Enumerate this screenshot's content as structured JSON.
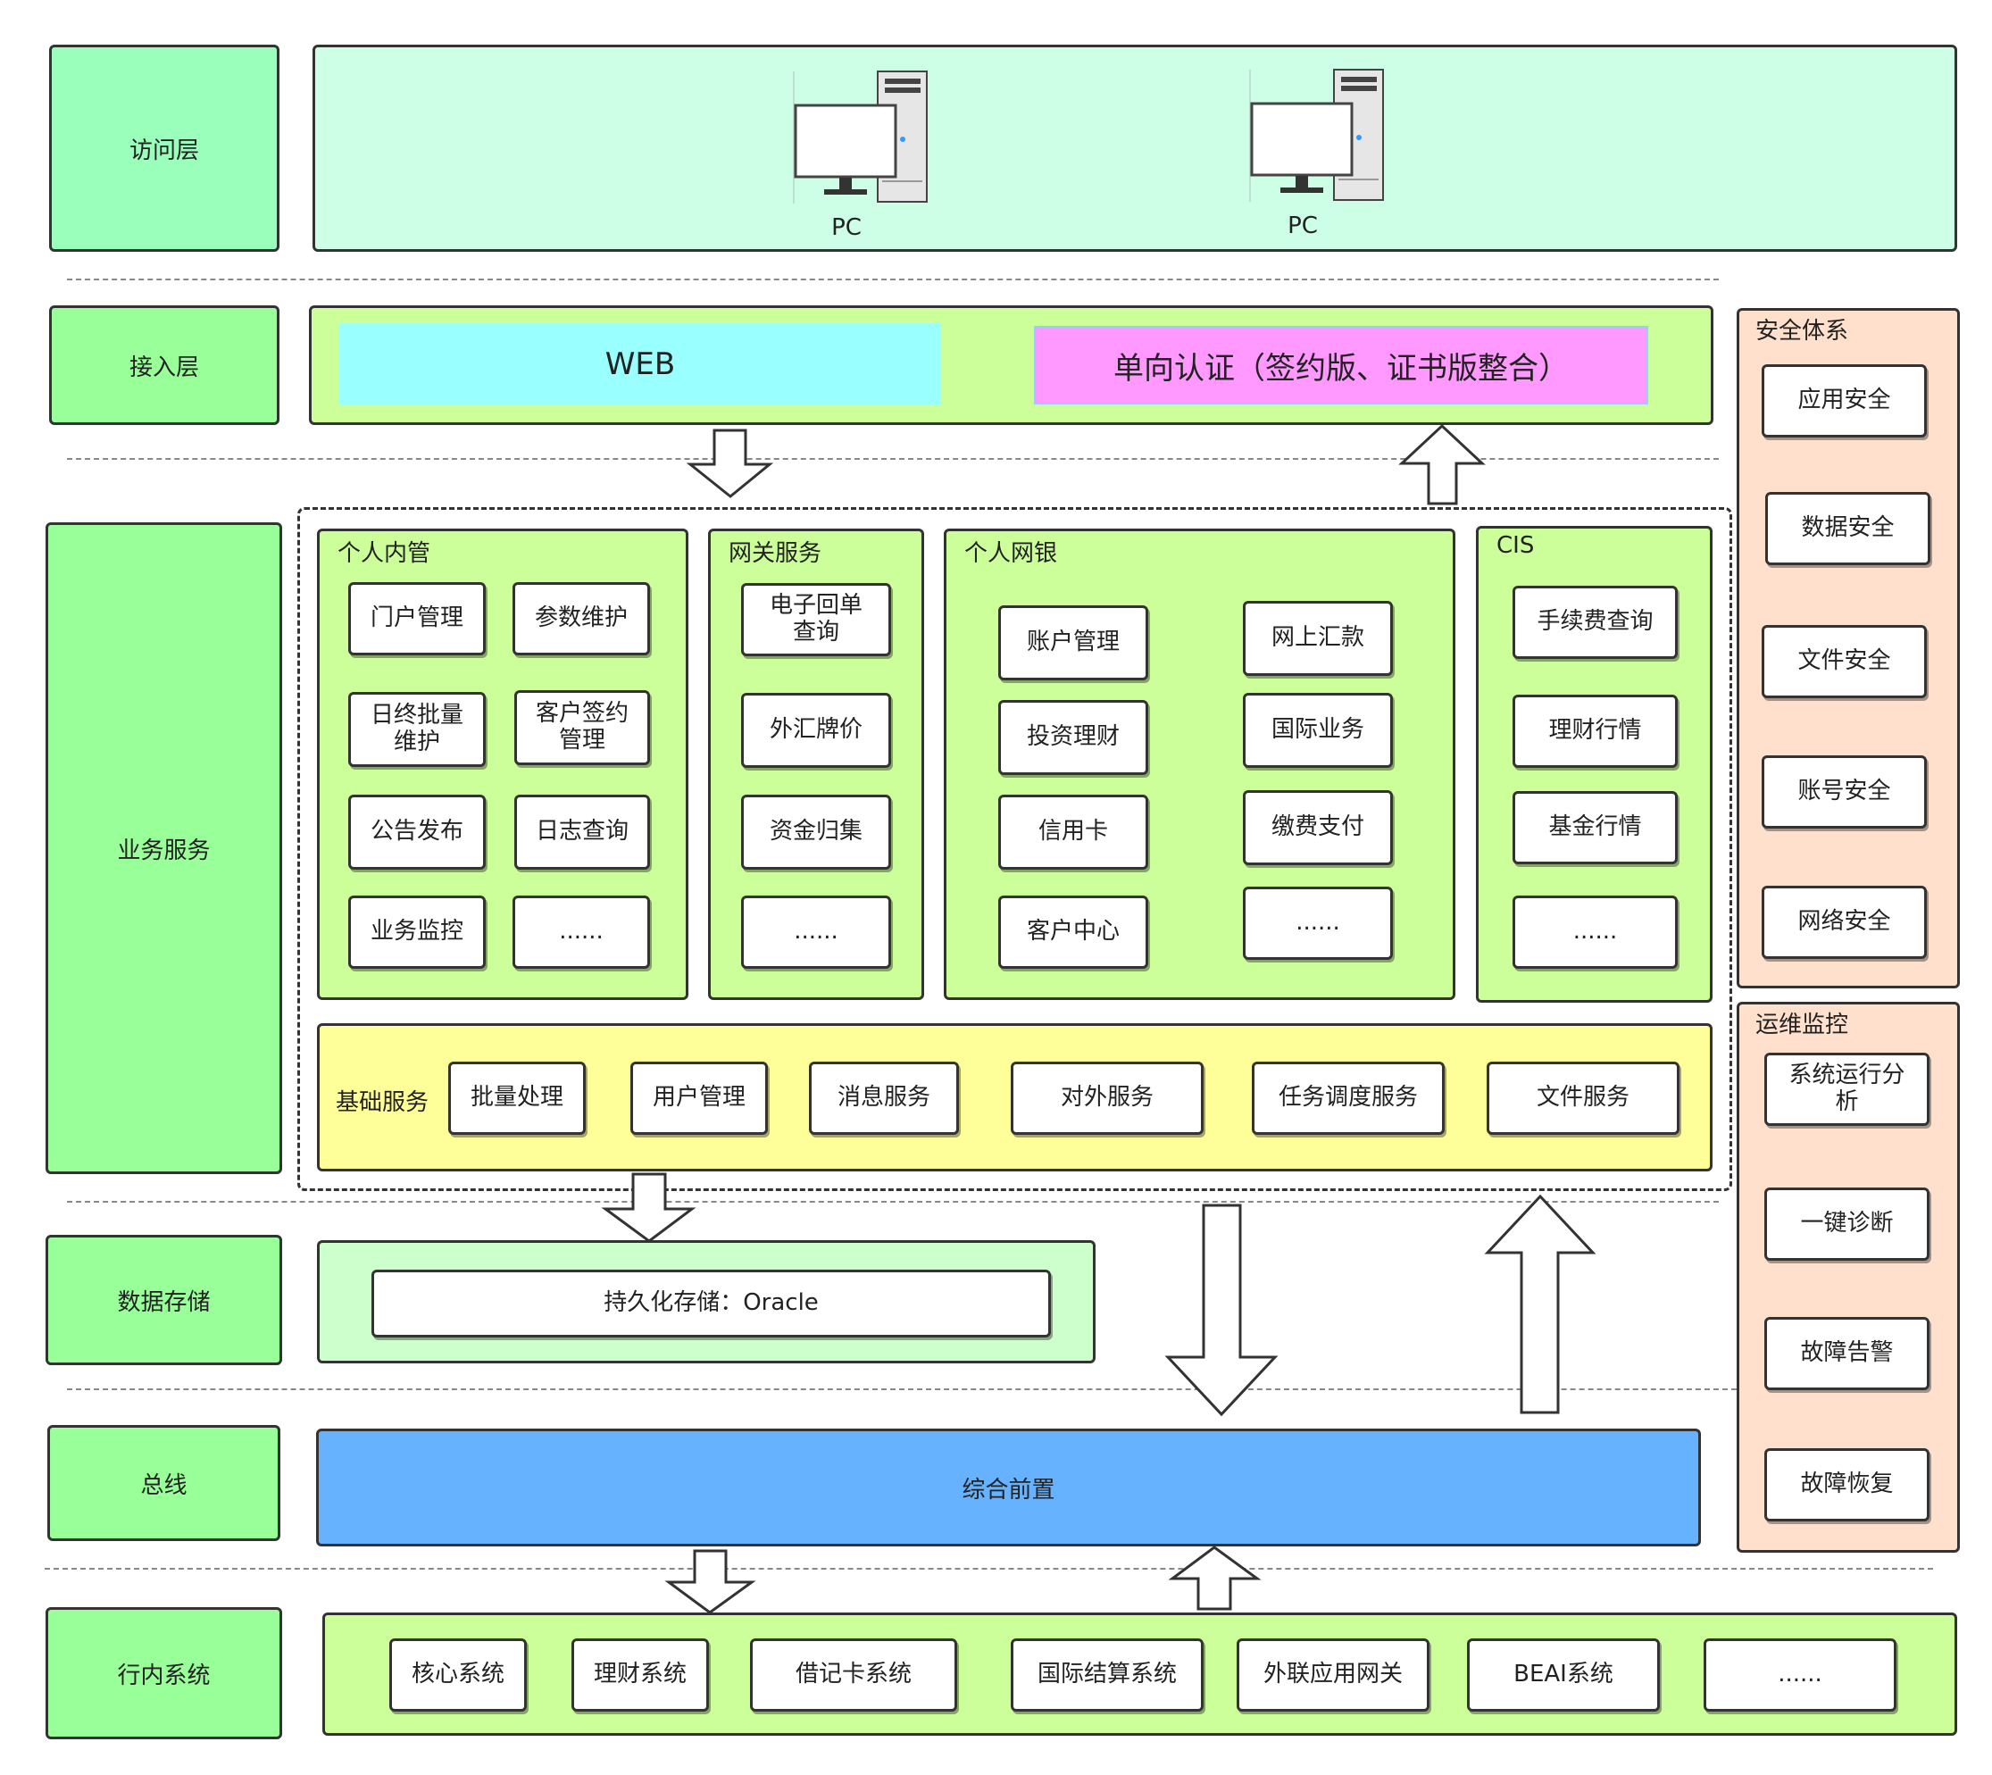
{
  "layers": {
    "access": "访问层",
    "ingress": "接入层",
    "business": "业务服务",
    "storage": "数据存储",
    "bus": "总线",
    "internal": "行内系统"
  },
  "access": {
    "pc1": "PC",
    "pc2": "PC"
  },
  "ingress": {
    "web": "WEB",
    "auth": "单向认证（签约版、证书版整合）"
  },
  "business": {
    "personal_admin": {
      "title": "个人内管",
      "items": [
        "门户管理",
        "参数维护",
        "日终批量维护",
        "客户签约管理",
        "公告发布",
        "日志查询",
        "业务监控",
        "......"
      ]
    },
    "gateway": {
      "title": "网关服务",
      "items": [
        "电子回单查询",
        "外汇牌价",
        "资金归集",
        "......"
      ]
    },
    "ebank": {
      "title": "个人网银",
      "items": [
        "账户管理",
        "网上汇款",
        "投资理财",
        "国际业务",
        "信用卡",
        "缴费支付",
        "客户中心",
        "......"
      ]
    },
    "cis": {
      "title": "CIS",
      "items": [
        "手续费查询",
        "理财行情",
        "基金行情",
        "......"
      ]
    },
    "basic": {
      "title": "基础服务",
      "items": [
        "批量处理",
        "用户管理",
        "消息服务",
        "对外服务",
        "任务调度服务",
        "文件服务"
      ]
    }
  },
  "storage": {
    "item": "持久化存储：Oracle"
  },
  "bus": {
    "item": "综合前置"
  },
  "internal": {
    "items": [
      "核心系统",
      "理财系统",
      "借记卡系统",
      "国际结算系统",
      "外联应用网关",
      "BEAI系统",
      "......"
    ]
  },
  "security": {
    "title": "安全体系",
    "items": [
      "应用安全",
      "数据安全",
      "文件安全",
      "账号安全",
      "网络安全"
    ]
  },
  "ops": {
    "title": "运维监控",
    "items": [
      "系统运行分析",
      "一键诊断",
      "故障告警",
      "故障恢复"
    ]
  },
  "colors": {
    "access_bg": "#ccffe6",
    "layer_label": "#99ffbb",
    "layer_label_alt": "#99ff99",
    "green_panel": "#ccff99",
    "web": "#99ffff",
    "auth": "#ff99ff",
    "basic": "#ffff99",
    "storage": "#ccffcc",
    "bus": "#66b2ff",
    "side": "#ffe0cc"
  }
}
